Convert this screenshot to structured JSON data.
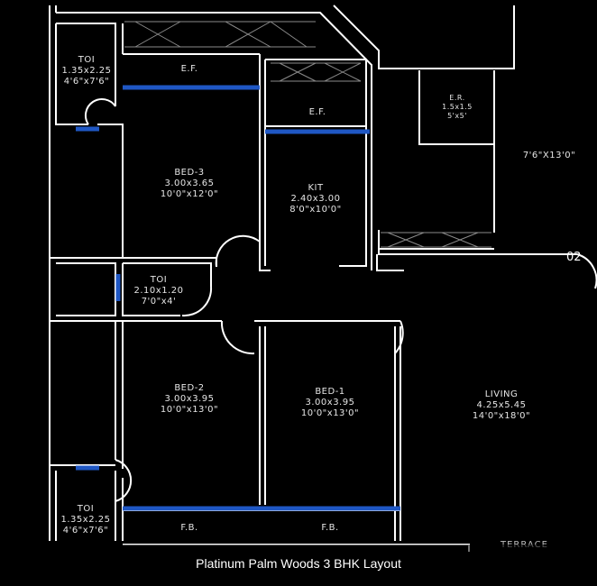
{
  "plan": {
    "colors": {
      "background": "#000000",
      "wall": "#ffffff",
      "window": "#1f57c4"
    },
    "rooms": [
      {
        "id": "toi-top",
        "name": "TOI",
        "metric": "1.35x2.25",
        "imperial": "4'6\"x7'6\""
      },
      {
        "id": "ef-left",
        "name": "E.F."
      },
      {
        "id": "bed-3",
        "name": "BED-3",
        "metric": "3.00x3.65",
        "imperial": "10'0\"x12'0\""
      },
      {
        "id": "ef-right",
        "name": "E.F."
      },
      {
        "id": "kit",
        "name": "KIT",
        "metric": "2.40x3.00",
        "imperial": "8'0\"x10'0\""
      },
      {
        "id": "er",
        "name": "E.R.",
        "metric": "1.5x1.5",
        "imperial": "5'x5'"
      },
      {
        "id": "right-room",
        "imperial": "7'6\"X13'0\""
      },
      {
        "id": "toi-mid",
        "name": "TOI",
        "metric": "2.10x1.20",
        "imperial": "7'0\"x4'"
      },
      {
        "id": "bed-2",
        "name": "BED-2",
        "metric": "3.00x3.95",
        "imperial": "10'0\"x13'0\""
      },
      {
        "id": "bed-1",
        "name": "BED-1",
        "metric": "3.00x3.95",
        "imperial": "10'0\"x13'0\""
      },
      {
        "id": "living",
        "name": "LIVING",
        "metric": "4.25x5.45",
        "imperial": "14'0\"x18'0\""
      },
      {
        "id": "toi-bottom",
        "name": "TOI",
        "metric": "1.35x2.25",
        "imperial": "4'6\"x7'6\""
      },
      {
        "id": "fb-left",
        "name": "F.B."
      },
      {
        "id": "fb-right",
        "name": "F.B."
      }
    ],
    "terrace": "TERRACE",
    "unit_number": "02"
  },
  "caption": "Platinum Palm Woods 3 BHK Layout"
}
